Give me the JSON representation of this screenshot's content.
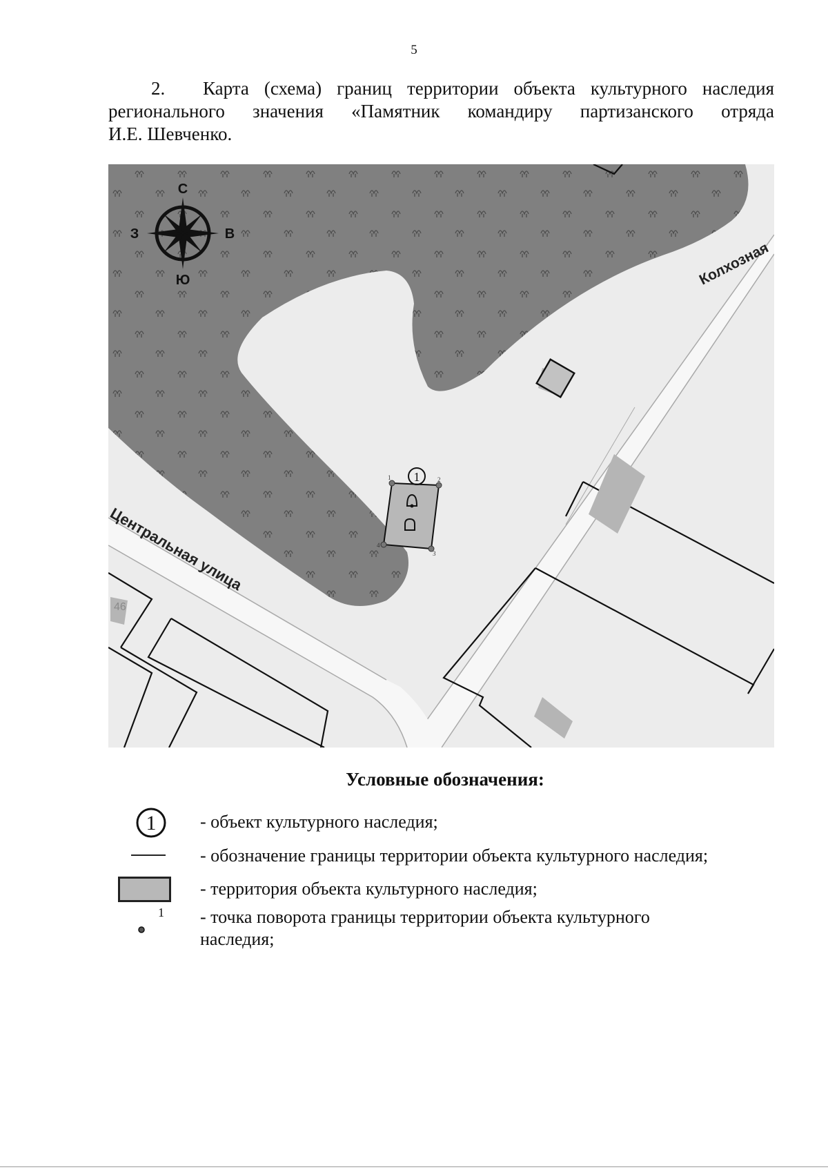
{
  "page": {
    "number": "5"
  },
  "heading": {
    "item_number": "2.",
    "line1": "Карта (схема) границ территории объекта культурного наследия",
    "line2": "регионального значения «Памятник командиру партизанского отряда",
    "line3": "И.Е. Шевченко."
  },
  "map": {
    "compass": {
      "north": "С",
      "south": "Ю",
      "west": "З",
      "east": "В"
    },
    "streets": {
      "central": "Центральная улица",
      "kolkhoznaya": "Колхозная"
    },
    "house_number": "46",
    "object_marker": "1",
    "boundary_points": [
      "1",
      "2",
      "3",
      "4"
    ],
    "colors": {
      "forest": "#808080",
      "background": "#ececec",
      "road": "#f7f7f7",
      "territory": "#b8b8b8",
      "boundary": "#111111"
    }
  },
  "legend": {
    "title": "Условные обозначения:",
    "items": [
      {
        "symbol": "object-number-circle",
        "symbol_text": "1",
        "label": "- объект культурного наследия;"
      },
      {
        "symbol": "boundary-line",
        "label": "- обозначение границы территории объекта культурного наследия;"
      },
      {
        "symbol": "territory-rectangle",
        "label": "- территория объекта культурного наследия;"
      },
      {
        "symbol": "turning-point",
        "symbol_text": "1",
        "label": "- точка поворота границы территории объекта культурного наследия;"
      }
    ]
  }
}
